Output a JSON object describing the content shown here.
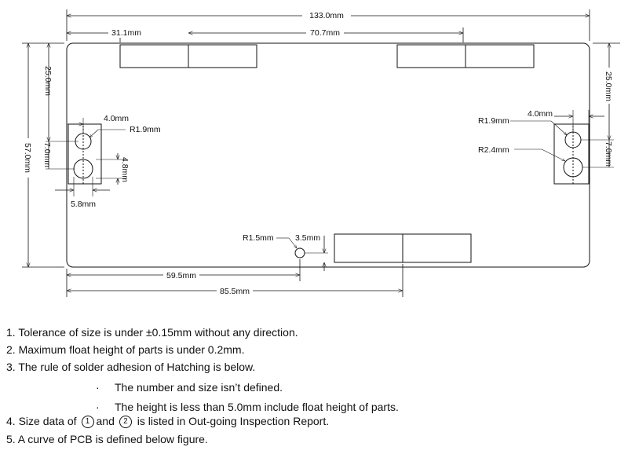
{
  "dimensions": {
    "total_width": "133.0mm",
    "left_offset": "31.1mm",
    "connector_span": "70.7mm",
    "left_height_top": "25.0mm",
    "total_height": "57.0mm",
    "right_height_top": "25.0mm",
    "left_hole_spacing": "4.0mm",
    "left_hole_radius": "R1.9mm",
    "left_slot_height": "4.8mm",
    "left_slot_width": "5.8mm",
    "left_hole_pitch": "7.0mm",
    "right_hole_spacing": "4.0mm",
    "right_hole_radius_top": "R1.9mm",
    "right_hole_radius_bottom": "R2.4mm",
    "right_hole_pitch": "7.0mm",
    "bottom_hole_radius": "R1.5mm",
    "bottom_hole_offset": "3.5mm",
    "bottom_hole_x": "59.5mm",
    "bottom_connector_x": "85.5mm"
  },
  "notes": {
    "n1": "1. Tolerance of size is under ±0.15mm without any direction.",
    "n2": "2. Maximum float height of parts is under 0.2mm.",
    "n3": "3. The rule of solder adhesion of Hatching is below.",
    "n3a_bullet": "·",
    "n3a": "The number and size isn’t defined.",
    "n3b_bullet": "·",
    "n3b": "The height is less than 5.0mm include float height of parts.",
    "n4_pre": "4. Size data of",
    "n4_c1": "1",
    "n4_and": "and",
    "n4_c2": "2",
    "n4_post": "is listed in Out-going Inspection Report.",
    "n5": "5. A curve of PCB is defined below figure."
  }
}
